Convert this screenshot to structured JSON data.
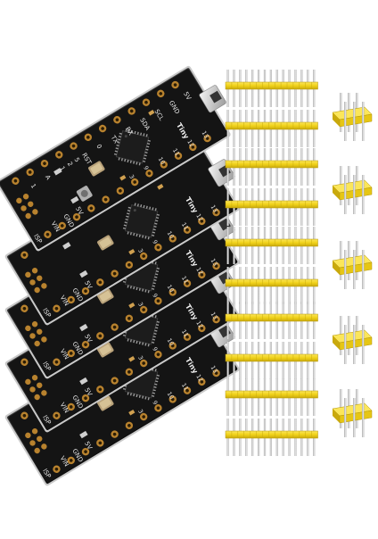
{
  "image": {
    "subject": "5x Pro Micro style ATmega32U4 development boards with yellow pin headers"
  },
  "boards": {
    "count": 5,
    "name_label": "Tiny",
    "pin_labels_top": [
      "5V",
      "GND",
      "SCL",
      "SDA",
      "RX",
      "TX",
      "0",
      "RST",
      "2"
    ],
    "pin_labels_side": [
      "1",
      "A",
      "1",
      "5"
    ],
    "pin_labels_bottom": [
      "VIN",
      "GND",
      "5V"
    ],
    "isp_label": "ISP",
    "right_numbers": [
      "3",
      "9",
      "10",
      "11",
      "12",
      "13"
    ],
    "board_color": "#141414",
    "pad_color": "#b8822e",
    "edge_color": "#c9c9c9"
  },
  "headers": {
    "long_strip_count": 10,
    "short_block_count": 5,
    "plastic_color": "#f0d21a",
    "pin_color": "#c8c8c8"
  }
}
